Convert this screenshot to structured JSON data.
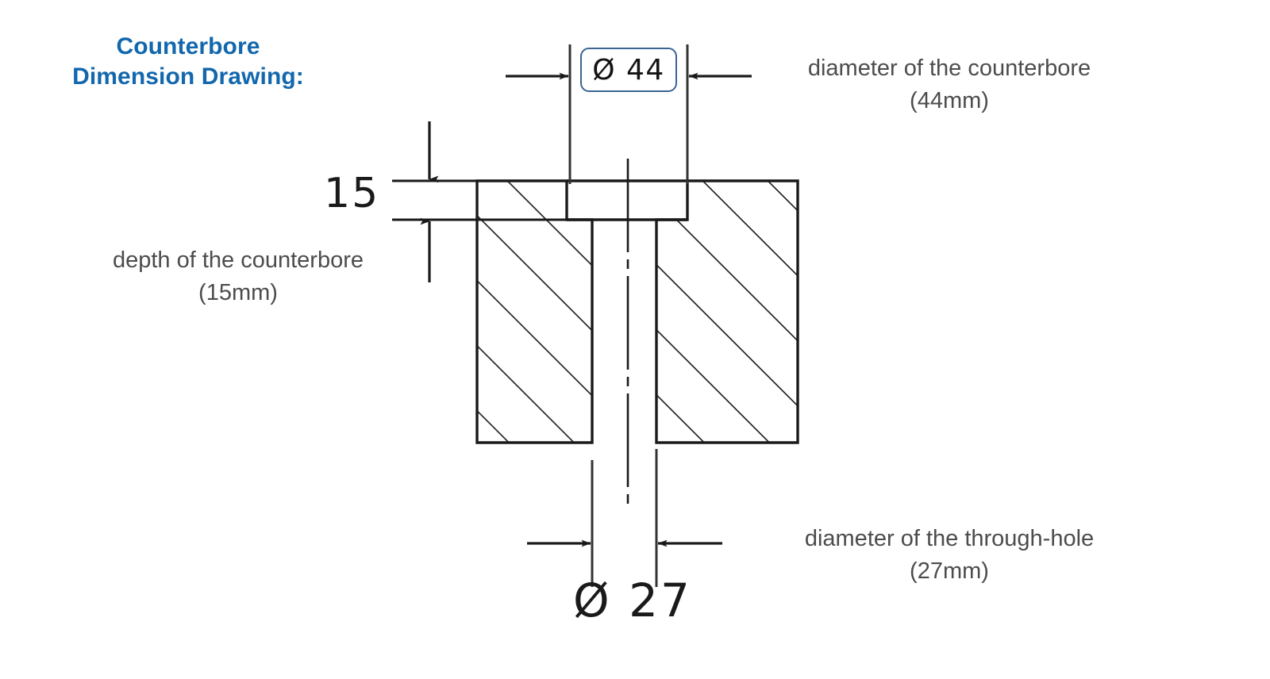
{
  "title": {
    "line1": "Counterbore",
    "line2": "Dimension Drawing:",
    "color": "#1267ad"
  },
  "annotations": {
    "counterbore_diameter": {
      "line1": "diameter of the counterbore",
      "line2": "(44mm)"
    },
    "counterbore_depth": {
      "line1": "depth of the counterbore",
      "line2": "(15mm)"
    },
    "throughhole_diameter": {
      "line1": "diameter of the through-hole",
      "line2": "(27mm)"
    },
    "color": "#4c4c4c"
  },
  "dimensions": {
    "counterbore_diameter_label": "Ø 44",
    "counterbore_depth_label": "15",
    "throughhole_diameter_label": "Ø 27",
    "callout_border_color": "#3b6491"
  },
  "drawing_values": {
    "counterbore_diameter_mm": 44,
    "counterbore_depth_mm": 15,
    "throughhole_diameter_mm": 27,
    "line_color": "#1a1a1a",
    "hatch_color": "#1a1a1a"
  },
  "icons": {
    "diameter_symbol": "Ø"
  }
}
